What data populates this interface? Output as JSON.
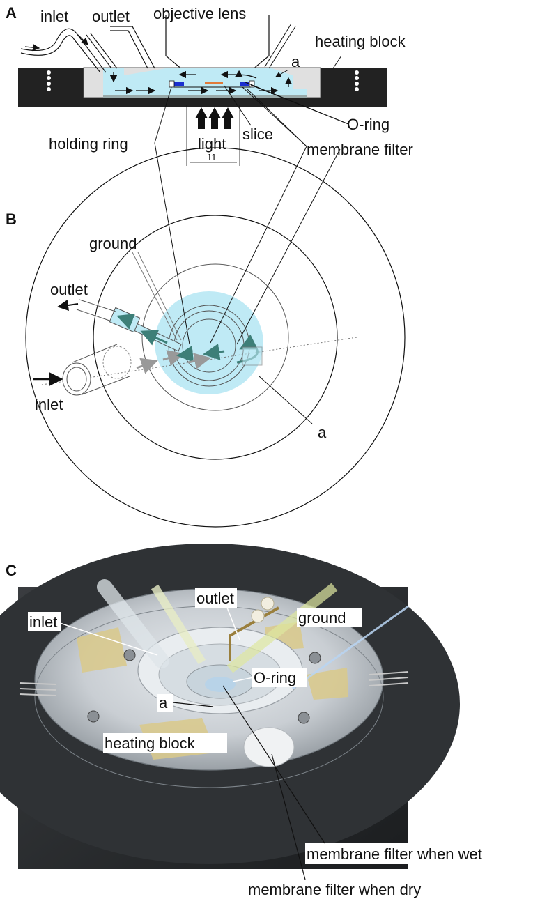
{
  "panels": {
    "a": "A",
    "b": "B",
    "c": "C"
  },
  "panel_a": {
    "inlet": "inlet",
    "outlet": "outlet",
    "objective_lens": "objective lens",
    "heating_block": "heating block",
    "a": "a",
    "o_ring": "O-ring",
    "slice": "slice",
    "light": "light",
    "membrane_filter": "membrane filter",
    "holding_ring": "holding ring",
    "dimension": "11"
  },
  "panel_b": {
    "ground": "ground",
    "outlet": "outlet",
    "inlet": "inlet",
    "a": "a"
  },
  "panel_c": {
    "outlet": "outlet",
    "inlet": "inlet",
    "ground": "ground",
    "o_ring": "O-ring",
    "a": "a",
    "heating_block": "heating block",
    "membrane_wet": "membrane filter when wet",
    "membrane_dry": "membrane filter when dry"
  },
  "colors": {
    "solution": "#bfeaf5",
    "block": "#222222",
    "chamber": "#dcdcdc",
    "o_ring": "#1a2fd0",
    "slice": "#e07a3a",
    "arrow_teal": "#3d7f78"
  }
}
